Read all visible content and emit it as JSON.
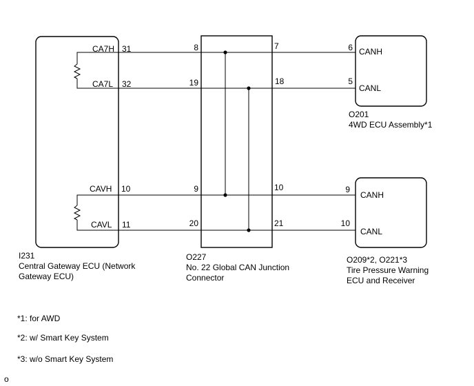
{
  "central_gateway": {
    "code": "I231",
    "name_line1": "Central Gateway ECU (Network",
    "name_line2": "Gateway ECU)",
    "pins": [
      {
        "signal": "CA7H",
        "pin": "31"
      },
      {
        "signal": "CA7L",
        "pin": "32"
      },
      {
        "signal": "CAVH",
        "pin": "10"
      },
      {
        "signal": "CAVL",
        "pin": "11"
      }
    ]
  },
  "junction_connector": {
    "code": "O227",
    "name_line1": "No. 22 Global CAN Junction",
    "name_line2": "Connector",
    "left_pins": [
      "8",
      "19",
      "9",
      "20"
    ],
    "right_pins": [
      "7",
      "18",
      "10",
      "21"
    ]
  },
  "ecu_4wd": {
    "code": "O201",
    "name": "4WD ECU Assembly*1",
    "pins": [
      {
        "signal": "CANH",
        "pin": "6"
      },
      {
        "signal": "CANL",
        "pin": "5"
      }
    ]
  },
  "tire_pressure_ecu": {
    "code": "O209*2, O221*3",
    "name_line1": "Tire Pressure Warning",
    "name_line2": "ECU and Receiver",
    "pins": [
      {
        "signal": "CANH",
        "pin": "9"
      },
      {
        "signal": "CANL",
        "pin": "10"
      }
    ]
  },
  "notes": [
    "*1: for AWD",
    "*2: w/ Smart Key System",
    "*3: w/o Smart Key System"
  ],
  "footer_mark": "o"
}
